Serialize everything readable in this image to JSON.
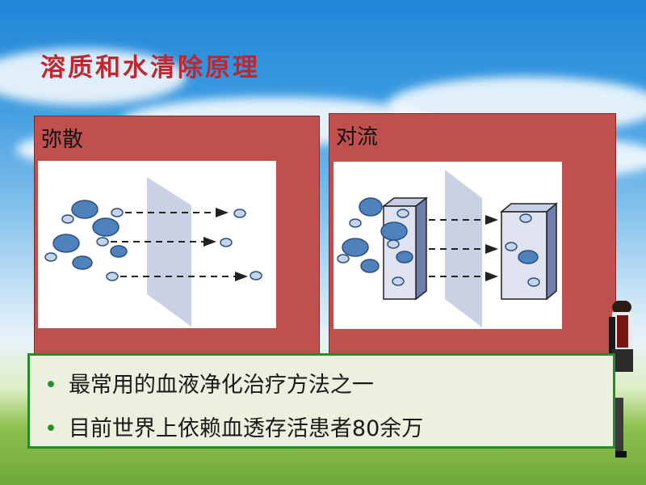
{
  "slide": {
    "title": "溶质和水清除原理"
  },
  "panels": [
    {
      "label": "弥散",
      "diagram": "diffusion"
    },
    {
      "label": "对流",
      "diagram": "convection"
    }
  ],
  "bullets": [
    "最常用的血液净化治疗方法之一",
    "目前世界上依赖血透存活患者80余万"
  ],
  "colors": {
    "title": "#c0262d",
    "panel_fill": "#c0504d",
    "info_fill": "#ebf1de",
    "info_border": "#2a8a2a",
    "molecule": "#4f81bd",
    "membrane": "#b8c2db"
  }
}
